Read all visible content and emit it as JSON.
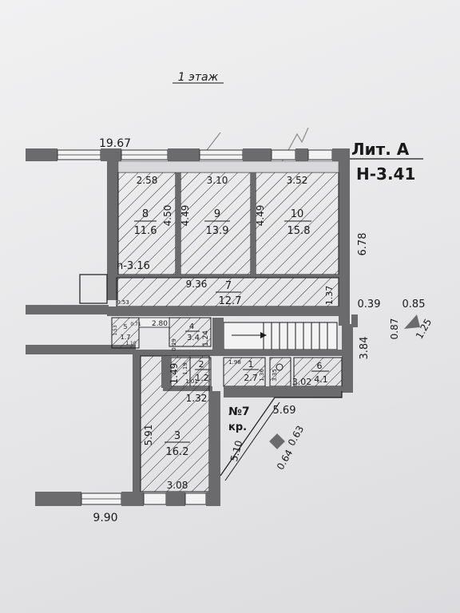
{
  "floor_label": "1 этаж",
  "lit": "Лит. А",
  "height_main": "Н-3.41",
  "height_local": "h-3.16",
  "unit_label": "№7",
  "unit_sub": "кр.",
  "rooms": [
    {
      "num": "8",
      "area": "11.6"
    },
    {
      "num": "9",
      "area": "13.9"
    },
    {
      "num": "10",
      "area": "15.8"
    },
    {
      "num": "7",
      "area": "12.7"
    },
    {
      "num": "5",
      "area": "1.7"
    },
    {
      "num": "4",
      "area": "3.4"
    },
    {
      "num": "2",
      "area": "1.2"
    },
    {
      "num": "1",
      "area": "2.7"
    },
    {
      "num": "6",
      "area": "4.1"
    },
    {
      "num": "3",
      "area": "16.2"
    }
  ],
  "dimensions": {
    "top_total": "19.67",
    "bottom_total": "9.90",
    "r8_width": "2.58",
    "r8_depth": "4.50",
    "r9_width": "3.10",
    "r9_depth": "4.49",
    "r10_width": "3.52",
    "r10_depth": "4.49",
    "right_upper": "6.78",
    "corridor_len": "9.36",
    "corridor_w": "1.37",
    "small_a": "0.53",
    "r5_w": "1.53",
    "r5_h": "0.71",
    "r5_d": "1.10",
    "r4_w": "2.80",
    "r4_d": "1.24",
    "r4_s": "0.29",
    "r2_h": "1.49",
    "r2_a": "1.19",
    "r2_b": "1.01",
    "r1_w": "1.98",
    "r1_d": "1.36",
    "r6_w": "3.02",
    "r6_s": "3.35",
    "under_r2": "1.32",
    "r3_h": "5.91",
    "r3_w": "3.08",
    "diag_len": "5.10",
    "diag_top": "5.69",
    "right_mid": "3.84",
    "col_a": "0.39",
    "col_b": "0.85",
    "col_c": "0.87",
    "col_d": "1.25",
    "col_e": "0.64",
    "col_f": "0.63"
  },
  "colors": {
    "ink": "#1a1a1a",
    "wall": "#6b6b6e",
    "paper": "#ececed"
  }
}
